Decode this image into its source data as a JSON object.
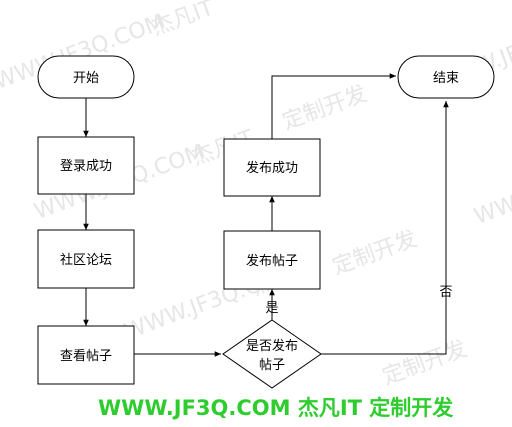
{
  "diagram": {
    "nodes": {
      "start": "开始",
      "login": "登录成功",
      "forum": "社区论坛",
      "view": "查看帖子",
      "decision": [
        "是否发布",
        "帖子"
      ],
      "post": "发布帖子",
      "posted": "发布成功",
      "end": "结束"
    },
    "edge_labels": {
      "yes": "是",
      "no": "否"
    }
  },
  "watermark": {
    "url": "WWW.JF3Q.COM",
    "brand": "杰凡IT",
    "slogan": "定制开发",
    "footer": "WWW.JF3Q.COM 杰凡IT  定制开发",
    "color": "#2ecc2e"
  }
}
